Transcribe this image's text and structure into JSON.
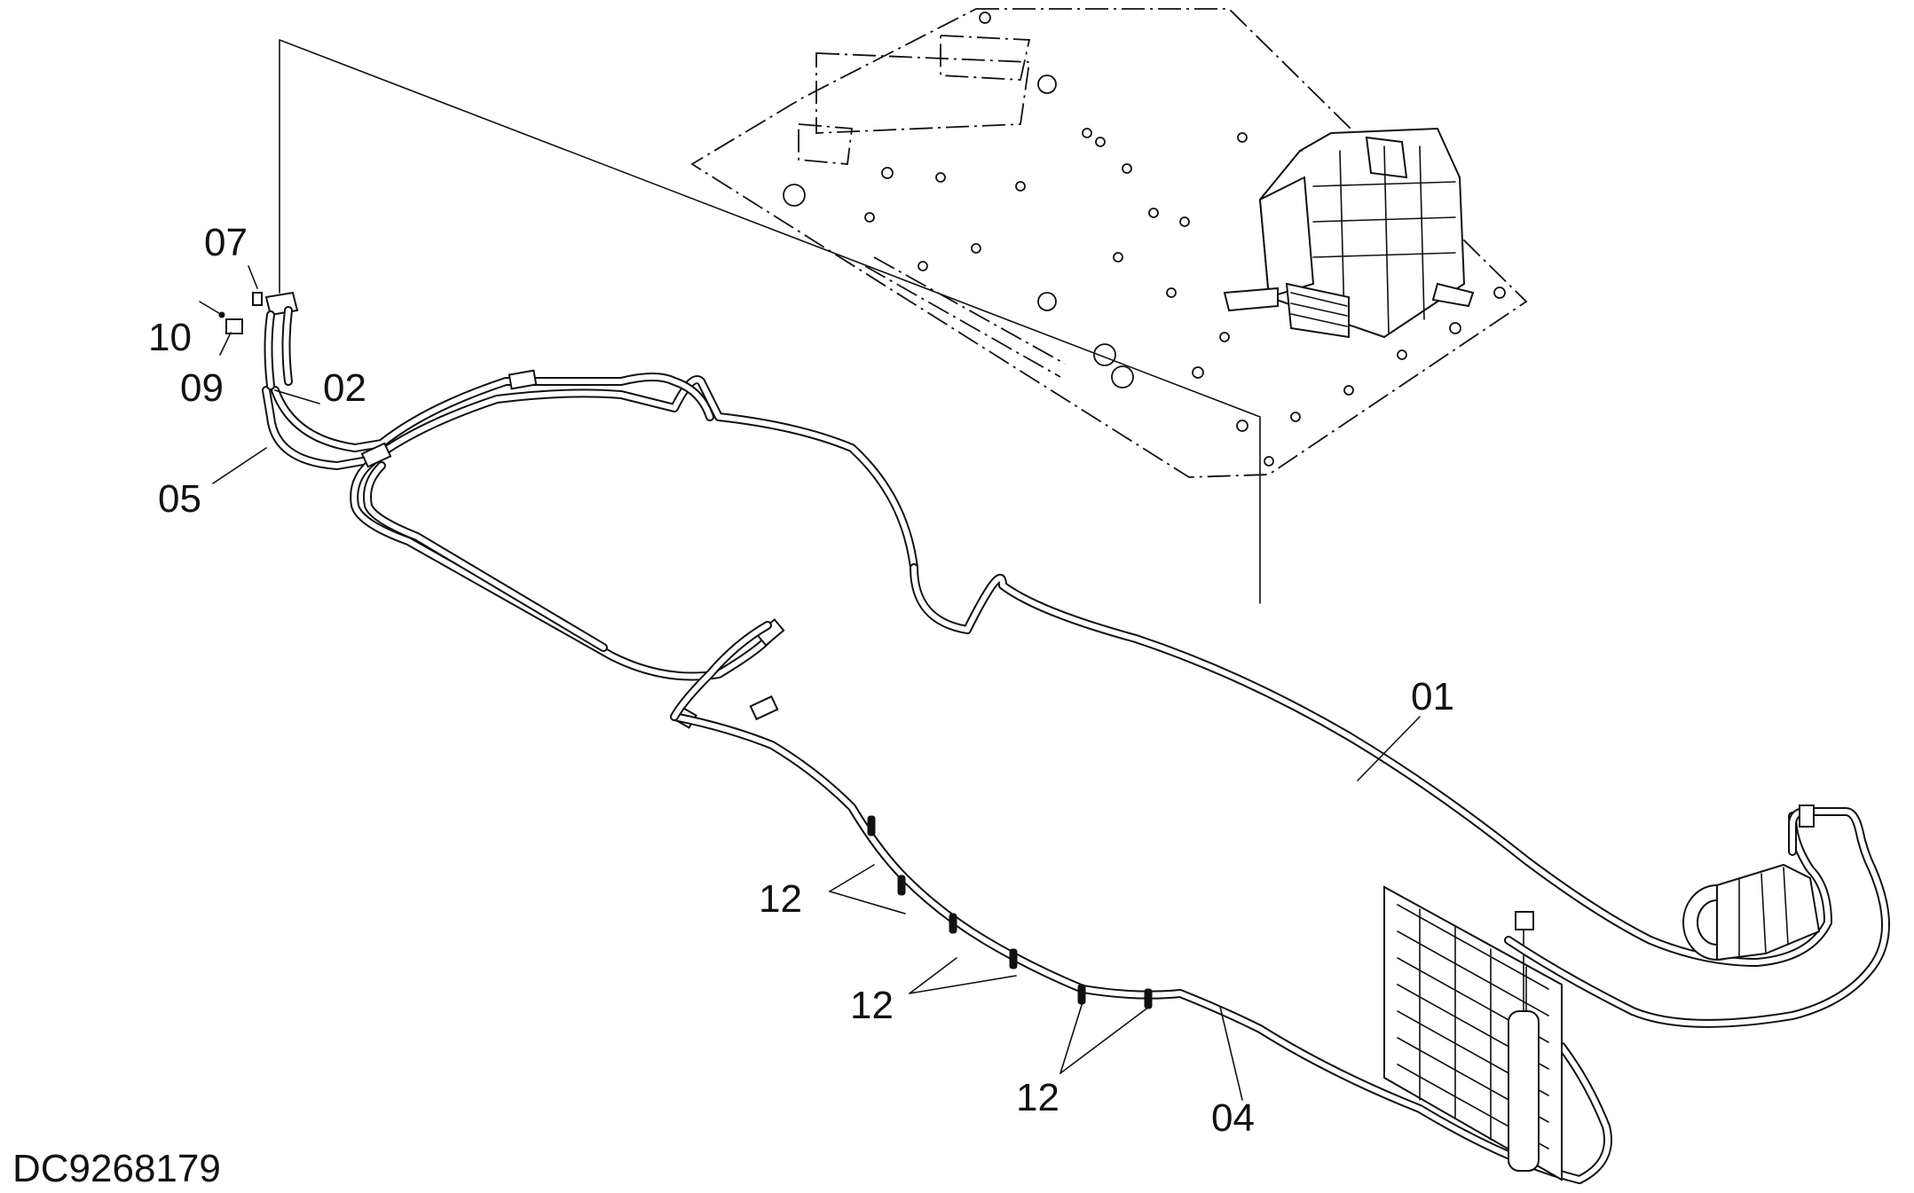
{
  "drawing": {
    "code": "DC9268179",
    "callouts": [
      {
        "id": "01",
        "text": "01"
      },
      {
        "id": "02",
        "text": "02"
      },
      {
        "id": "04",
        "text": "04"
      },
      {
        "id": "05",
        "text": "05"
      },
      {
        "id": "07",
        "text": "07"
      },
      {
        "id": "09",
        "text": "09"
      },
      {
        "id": "10",
        "text": "10"
      },
      {
        "id": "12a",
        "text": "12"
      },
      {
        "id": "12b",
        "text": "12"
      },
      {
        "id": "12c",
        "text": "12"
      }
    ],
    "components": [
      "floor-plate",
      "hvac-unit",
      "compressor",
      "condenser",
      "receiver-drier",
      "hose-01",
      "hose-02",
      "hose-04",
      "hose-05",
      "hose-clamps-12"
    ]
  }
}
